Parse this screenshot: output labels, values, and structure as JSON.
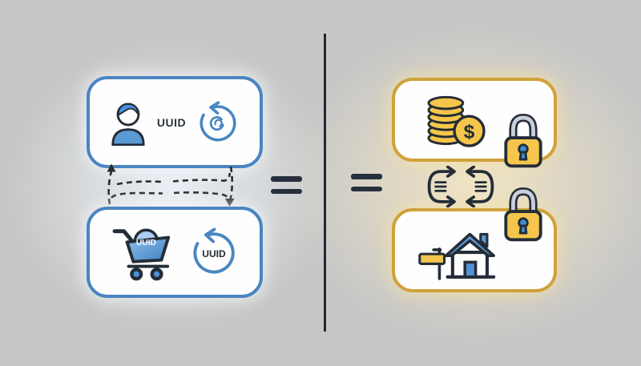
{
  "diagram": {
    "description": "UUID rotation comparison illustration",
    "left_panel": {
      "user_box": {
        "uuid_label": "UUID"
      },
      "cart_box": {
        "cart_uuid_label": "UUID",
        "refresh_uuid_label": "UUID"
      }
    },
    "operators": {
      "left_equals": "=",
      "right_equals": "="
    },
    "right_panel": {
      "dollar_sign": "$"
    },
    "icons": {
      "user": "person-silhouette",
      "refresh_cycle": "circular-refresh-arrow",
      "cart": "shopping-cart",
      "dashed_cycle": "dashed-exchange-arrows",
      "coins": "coin-stack-with-dollar",
      "padlock": "locked-padlock",
      "exchange": "bidirectional-data-exchange",
      "house": "house-with-sale-sign"
    },
    "colors": {
      "background": "#c7c7c6",
      "blue_accent": "#4a85c1",
      "blue_fill": "#5b9bd5",
      "gold_accent": "#cfa23b",
      "yellow_fill": "#f5c64b",
      "dark_outline": "#242d37",
      "equals_divider": "#262f3b"
    }
  }
}
